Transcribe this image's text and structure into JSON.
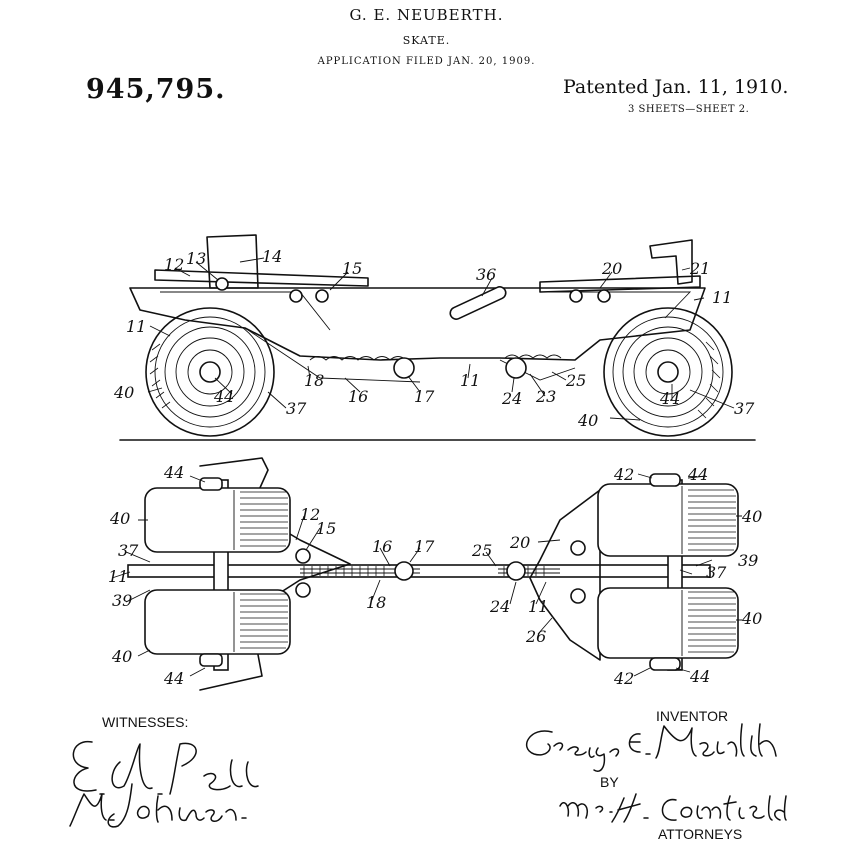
{
  "header": {
    "inventor_name": "G. E. NEUBERTH.",
    "invention_title": "SKATE.",
    "application_filed": "APPLICATION FILED JAN. 20, 1909.",
    "patent_number": "945,795.",
    "patented_date": "Patented Jan. 11, 1910.",
    "sheet_count": "3 SHEETS—SHEET 2."
  },
  "side_view": {
    "labels": [
      "12",
      "13",
      "14",
      "15",
      "36",
      "20",
      "21",
      "11",
      "11",
      "40",
      "44",
      "18",
      "16",
      "17",
      "11",
      "24",
      "23",
      "25",
      "37",
      "44",
      "40",
      "37"
    ]
  },
  "plan_view": {
    "labels": [
      "44",
      "42",
      "44",
      "40",
      "12",
      "15",
      "16",
      "17",
      "25",
      "20",
      "40",
      "37",
      "11",
      "39",
      "24",
      "11",
      "18",
      "39",
      "37",
      "40",
      "26",
      "40",
      "44",
      "42",
      "44"
    ]
  },
  "signatures": {
    "witnesses_label": "WITNESSES:",
    "witness_1": "E. A. Pell",
    "witness_2": "M. Johnson.",
    "inventor_label": "INVENTOR",
    "inventor_signature": "George E. Neuberth",
    "by_label": "BY",
    "attorney_signature": "Wm. H. Camfield",
    "attorneys_label": "ATTORNEYS"
  }
}
